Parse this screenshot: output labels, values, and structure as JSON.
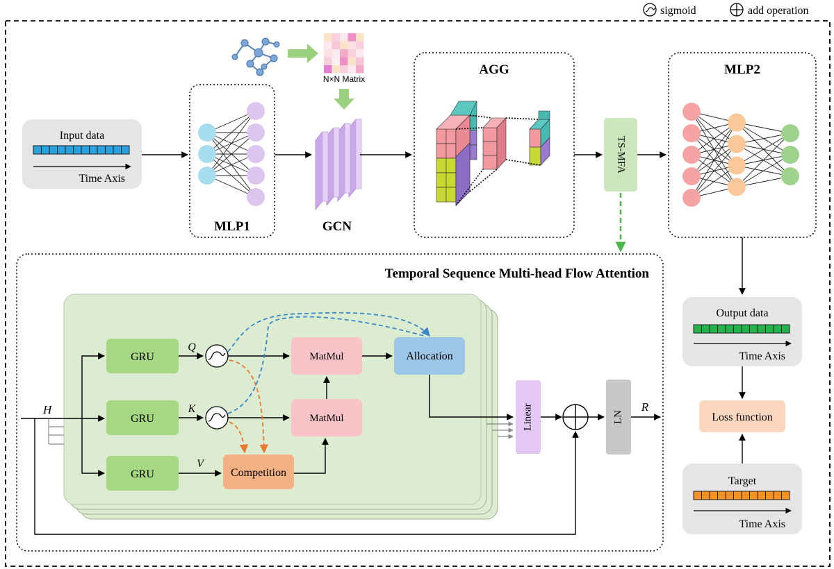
{
  "legend": {
    "sigmoid_icon": "sigmoid-icon",
    "sigmoid_label": "sigmoid",
    "add_icon": "add-operation-icon",
    "add_label": "add operation"
  },
  "input_block": {
    "title": "Input data",
    "axis_label": "Time Axis",
    "cell_count": 12,
    "cell_color": "#29a3e0"
  },
  "graph_block": {
    "icon": "graph-network-icon",
    "matrix_label": "N×N Matrix"
  },
  "mlp1": {
    "title": "MLP1",
    "layers": [
      3,
      5
    ],
    "colors": [
      "#a8dcef",
      "#dcc6f0"
    ]
  },
  "gcn": {
    "title": "GCN",
    "sheet_color": "#e6d2f6"
  },
  "agg": {
    "title": "AGG"
  },
  "tsmfa": {
    "label": "TS-MFA"
  },
  "mlp2": {
    "title": "MLP2",
    "layers": [
      5,
      4,
      3
    ],
    "colors": [
      "#f6a3a3",
      "#fcc89a",
      "#9fd28c"
    ]
  },
  "attention": {
    "title": "Temporal Sequence Multi-head Flow Attention",
    "input_label": "H",
    "output_label": "R",
    "gru_labels": [
      "GRU",
      "GRU",
      "GRU"
    ],
    "qkv_labels": [
      "Q",
      "K",
      "V"
    ],
    "matmul_labels": [
      "MatMul",
      "MatMul"
    ],
    "allocation_label": "Allocation",
    "competition_label": "Competition",
    "linear_label": "Linear",
    "ln_label": "LN"
  },
  "output_block": {
    "title": "Output data",
    "axis_label": "Time Axis",
    "cell_count": 12,
    "cell_color": "#22b34c"
  },
  "loss_block": {
    "label": "Loss function"
  },
  "target_block": {
    "title": "Target",
    "axis_label": "Time Axis",
    "cell_count": 12,
    "cell_color": "#f5911e"
  },
  "colors": {
    "gru": "#a6d782",
    "matmul": "#f9c3c7",
    "allocation": "#9cc5e6",
    "competition": "#f4b183",
    "linear": "#e3c8f5",
    "ln": "#c8c8c8",
    "tsmfa": "#cbe6bc",
    "loss": "#fbd7bf",
    "panel": "#e5e5e5",
    "head": "#dcecd0",
    "blue_dash": "#3a86c8",
    "orange_dash": "#e9782e",
    "green_dash": "#4cb54a"
  }
}
